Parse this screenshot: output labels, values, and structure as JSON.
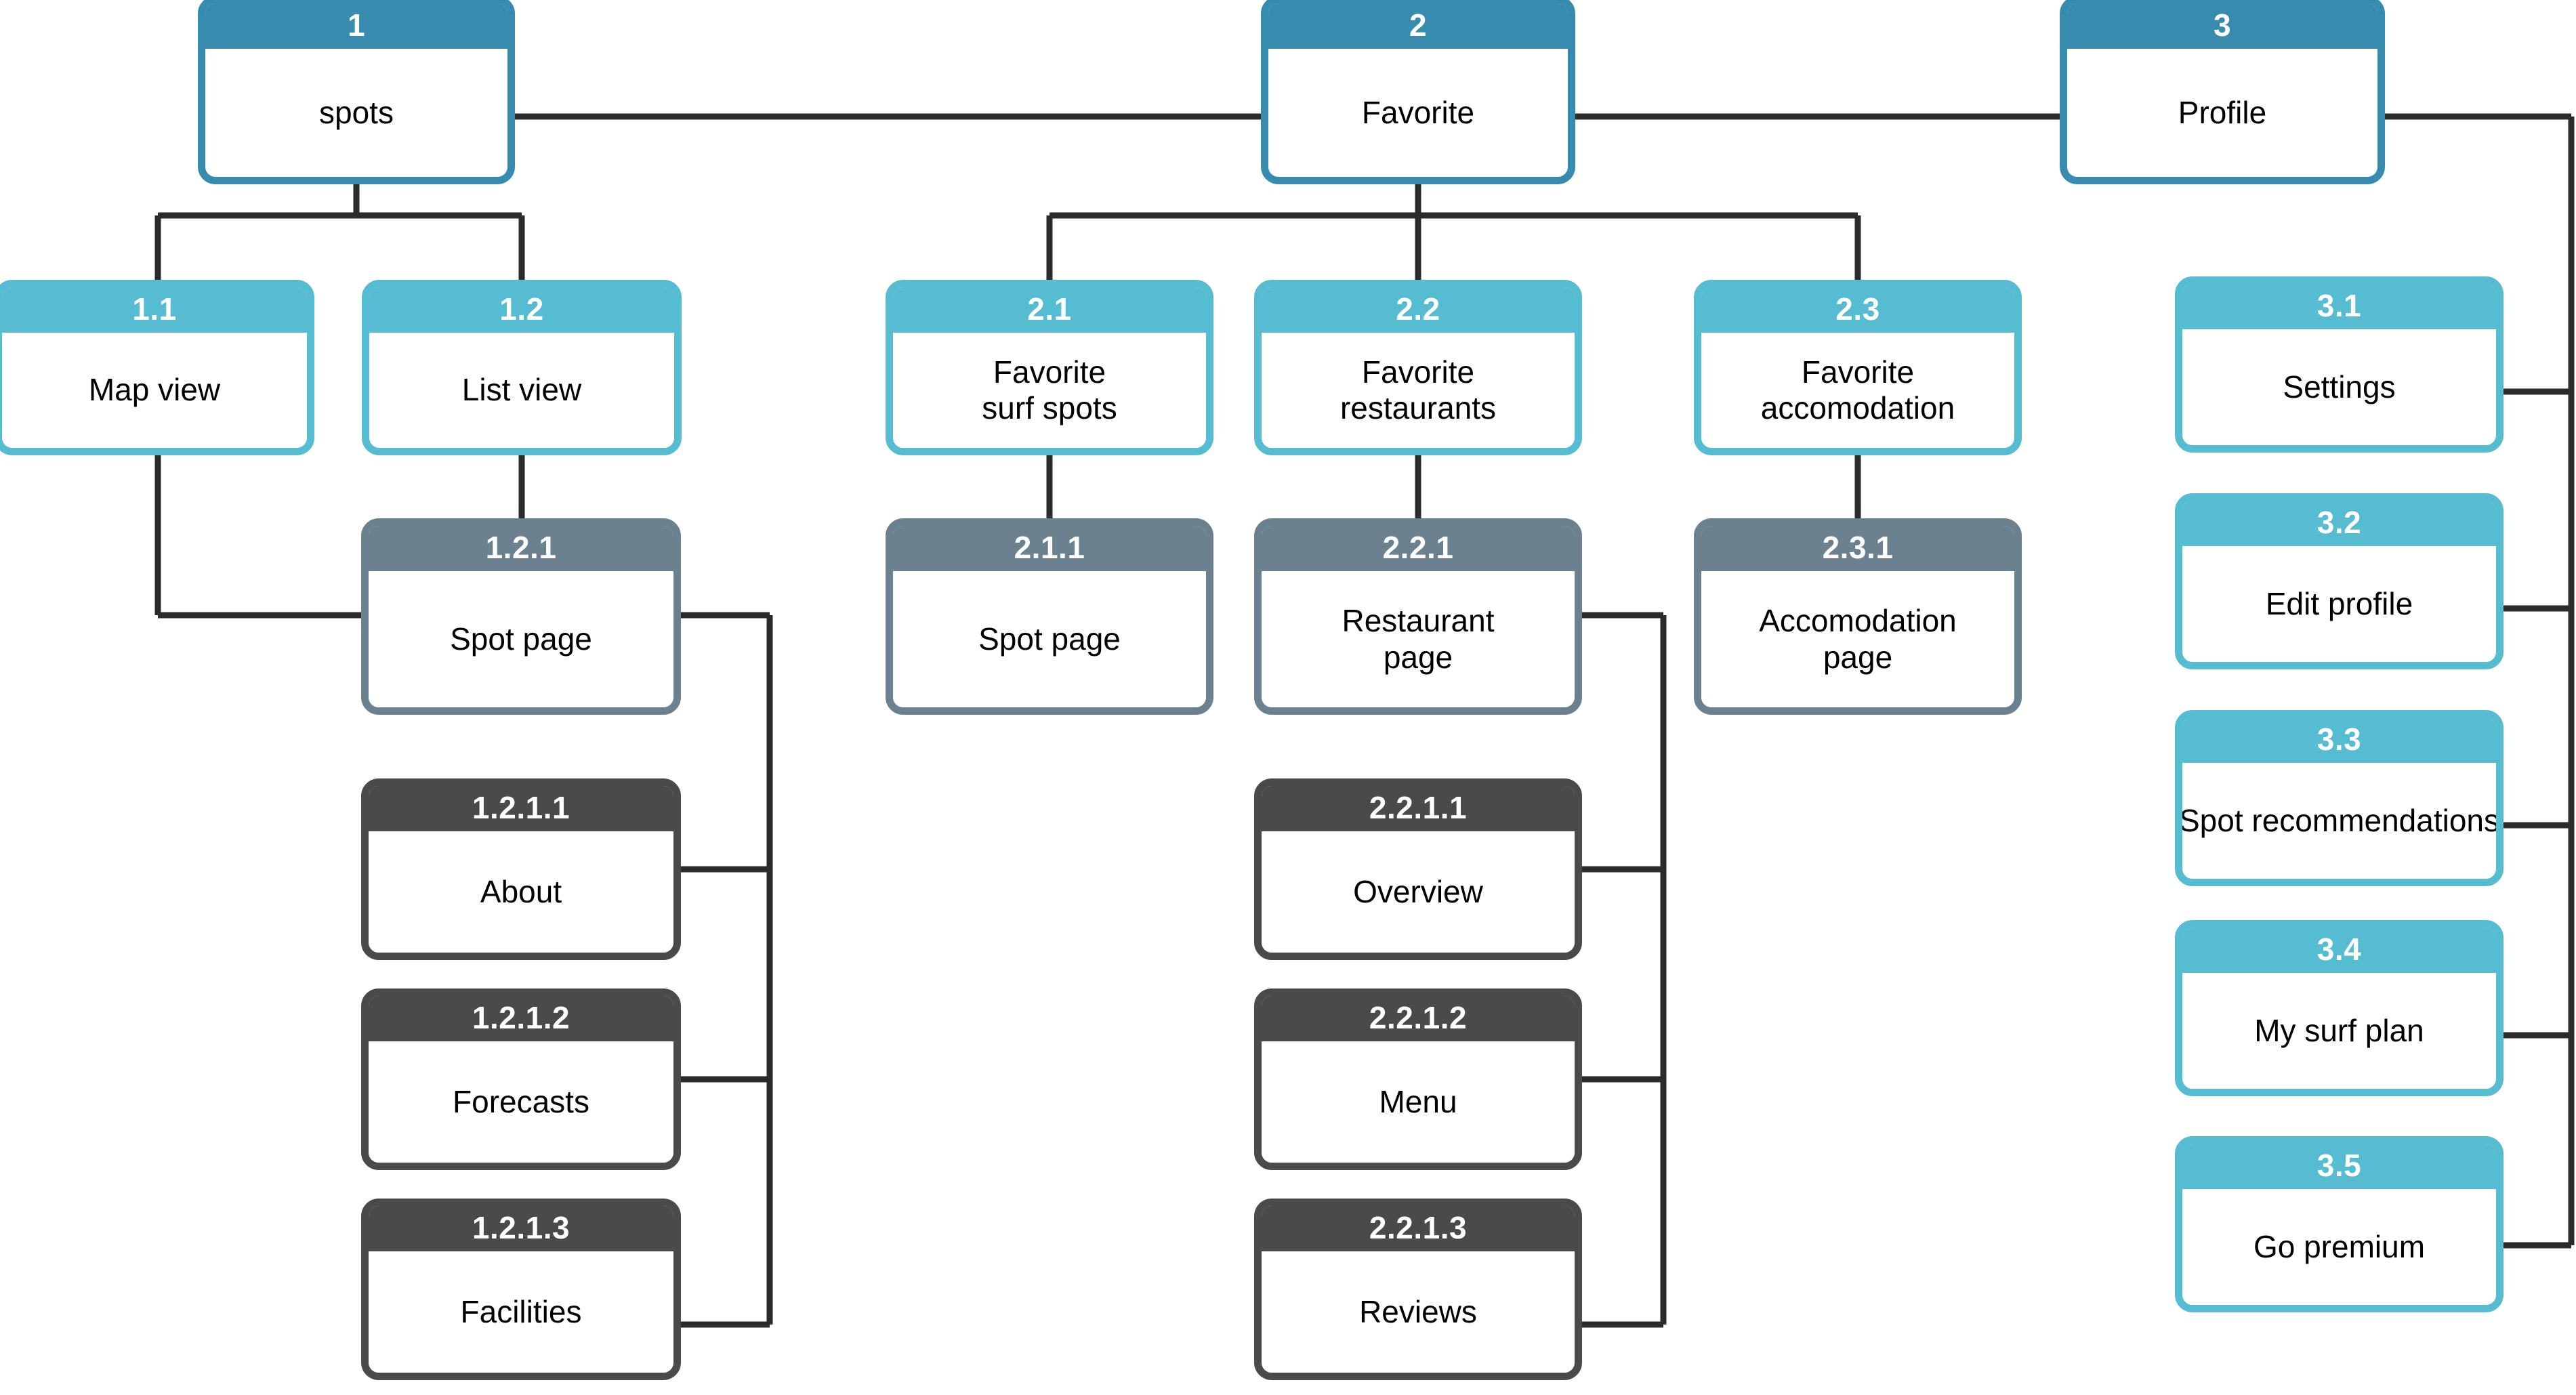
{
  "diagram": {
    "title": "Surf app sitemap",
    "colors": {
      "level1": "#368bae",
      "level2": "#55bcd2",
      "level3": "#6c818f",
      "level4": "#4a4a4a",
      "connector": "#2b2b2b",
      "body_background": "#ffffff",
      "number_text": "#ffffff",
      "label_text": "#000000"
    }
  },
  "nodes": {
    "n1": {
      "number": "1",
      "label": "spots"
    },
    "n2": {
      "number": "2",
      "label": "Favorite"
    },
    "n3": {
      "number": "3",
      "label": "Profile"
    },
    "n1_1": {
      "number": "1.1",
      "label": "Map view"
    },
    "n1_2": {
      "number": "1.2",
      "label": "List view"
    },
    "n1_2_1": {
      "number": "1.2.1",
      "label": "Spot page"
    },
    "n1_2_1_1": {
      "number": "1.2.1.1",
      "label": "About"
    },
    "n1_2_1_2": {
      "number": "1.2.1.2",
      "label": "Forecasts"
    },
    "n1_2_1_3": {
      "number": "1.2.1.3",
      "label": "Facilities"
    },
    "n2_1": {
      "number": "2.1",
      "label": "Favorite\nsurf spots"
    },
    "n2_2": {
      "number": "2.2",
      "label": "Favorite\nrestaurants"
    },
    "n2_3": {
      "number": "2.3",
      "label": "Favorite\naccomodation"
    },
    "n2_1_1": {
      "number": "2.1.1",
      "label": "Spot page"
    },
    "n2_2_1": {
      "number": "2.2.1",
      "label": "Restaurant\npage"
    },
    "n2_3_1": {
      "number": "2.3.1",
      "label": "Accomodation\npage"
    },
    "n2_2_1_1": {
      "number": "2.2.1.1",
      "label": "Overview"
    },
    "n2_2_1_2": {
      "number": "2.2.1.2",
      "label": "Menu"
    },
    "n2_2_1_3": {
      "number": "2.2.1.3",
      "label": "Reviews"
    },
    "n3_1": {
      "number": "3.1",
      "label": "Settings"
    },
    "n3_2": {
      "number": "3.2",
      "label": "Edit profile"
    },
    "n3_3": {
      "number": "3.3",
      "label": "Spot\nrecommendations"
    },
    "n3_4": {
      "number": "3.4",
      "label": "My surf plan"
    },
    "n3_5": {
      "number": "3.5",
      "label": "Go premium"
    }
  }
}
